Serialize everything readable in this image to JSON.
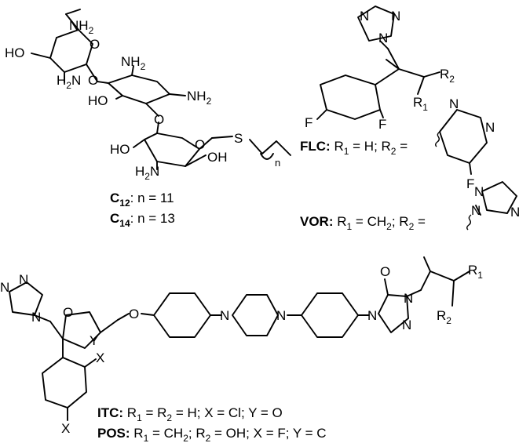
{
  "atoms": {
    "nh2": "NH",
    "two": "2",
    "ho": "HO",
    "o": "O",
    "s": "S",
    "n": "N",
    "nsub": "n",
    "h2": "H",
    "f": "F",
    "x": "X",
    "y": "Y",
    "r": "R",
    "one": "1",
    "h2n_part": "H",
    "oh": "OH"
  },
  "aminoglycoside": {
    "c12": {
      "prefix": "C",
      "sub": "12",
      "suffix": ": n = 11"
    },
    "c14": {
      "prefix": "C",
      "sub": "14",
      "suffix": ": n = 13"
    }
  },
  "azoles": {
    "flc": {
      "name": "FLC:",
      "text1": "R",
      "text2": " = H; R",
      "text3": " ="
    },
    "vor": {
      "name": "VOR:",
      "text1": "R",
      "text2": " = CH",
      "text3": "; R",
      "text4": " ="
    },
    "itc": {
      "name": "ITC:",
      "text1": "R",
      "text2": " = R",
      "text3": " = H; X = Cl; Y = O"
    },
    "pos": {
      "name": "POS:",
      "text1": "R",
      "text2": " = CH",
      "text3": "; R",
      "text4": " = OH; X = F; Y = C"
    }
  }
}
